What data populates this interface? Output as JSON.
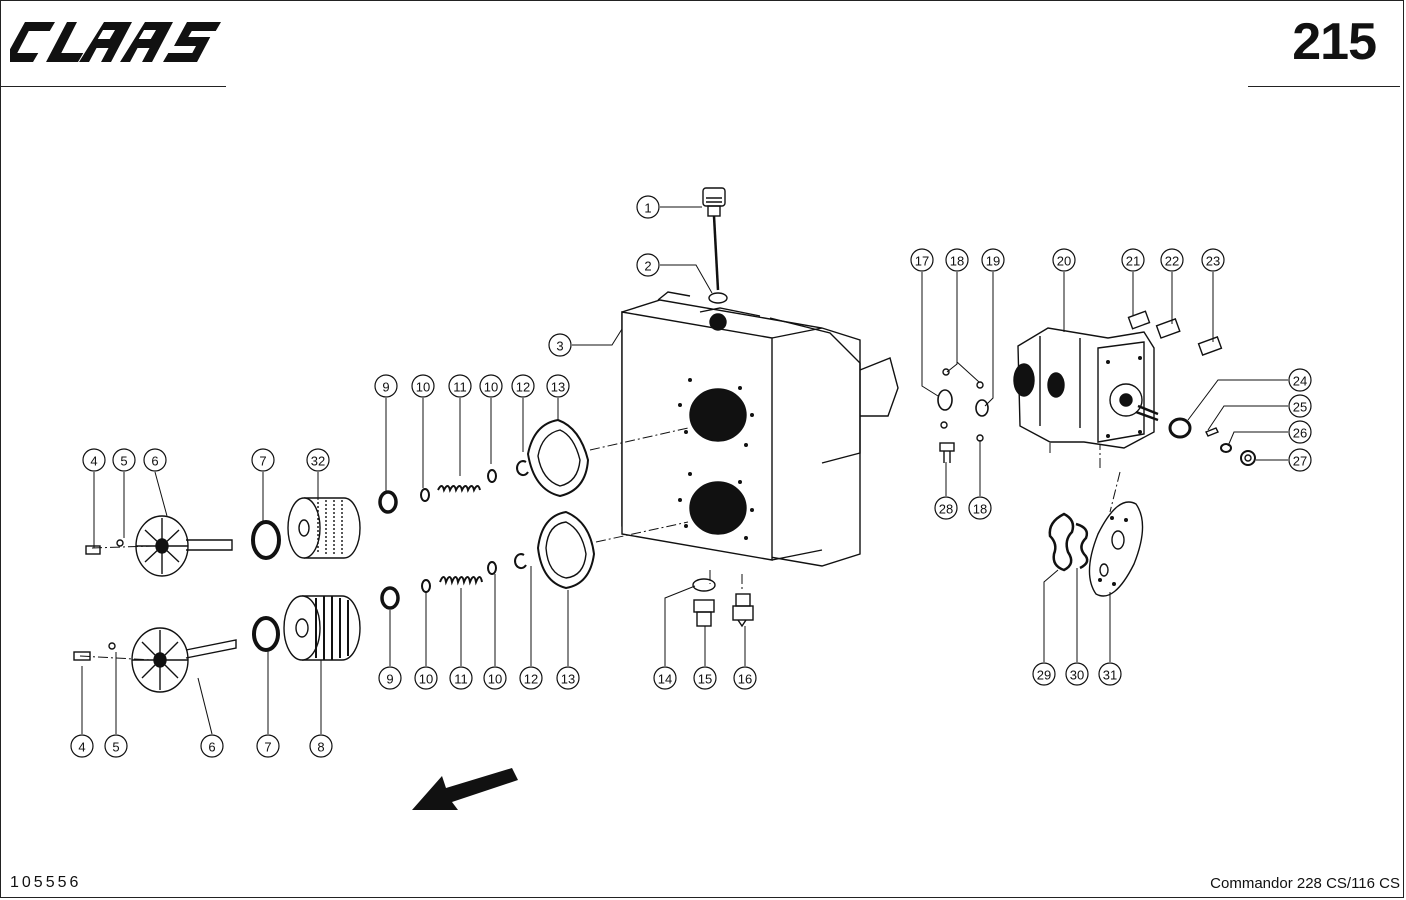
{
  "header": {
    "brand": "CLAAS",
    "page_number": "215"
  },
  "footer": {
    "drawing_number": "105556",
    "model": "Commandor 228 CS/116 CS"
  },
  "callouts": [
    "1",
    "2",
    "3",
    "4",
    "5",
    "6",
    "7",
    "32",
    "9",
    "10",
    "11",
    "10",
    "12",
    "13",
    "4",
    "5",
    "6",
    "7",
    "8",
    "9",
    "10",
    "11",
    "10",
    "12",
    "13",
    "14",
    "15",
    "16",
    "17",
    "18",
    "19",
    "20",
    "21",
    "22",
    "23",
    "24",
    "25",
    "26",
    "27",
    "28",
    "18",
    "29",
    "30",
    "31"
  ],
  "colors": {
    "ink": "#111111",
    "paper": "#ffffff"
  },
  "icons": [
    "direction-arrow-icon"
  ]
}
